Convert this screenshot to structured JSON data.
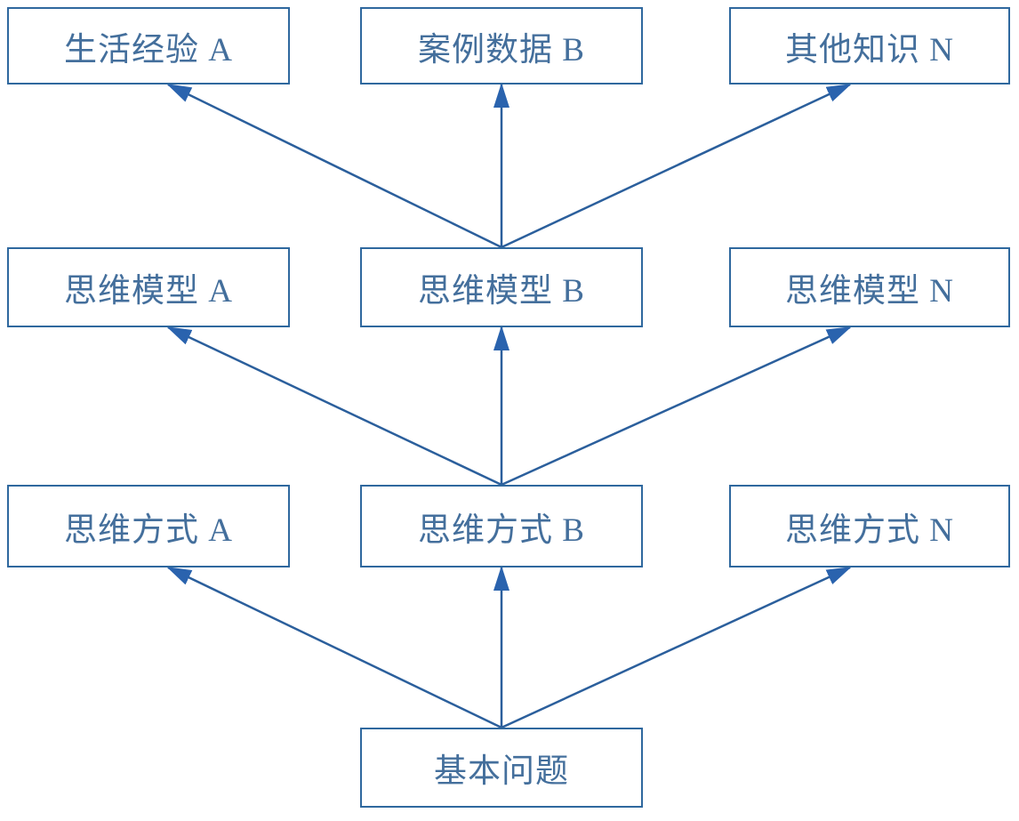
{
  "diagram": {
    "colors": {
      "background": "#ffffff",
      "box_border": "#2f689e",
      "text": "#446f9c",
      "arrow_line": "#2b5f9c",
      "arrowhead": "#2a63ae"
    },
    "nodes": [
      {
        "id": "experience-a",
        "label": "生活经验 A"
      },
      {
        "id": "case-data-b",
        "label": "案例数据 B"
      },
      {
        "id": "other-knowledge-n",
        "label": "其他知识 N"
      },
      {
        "id": "model-a",
        "label": "思维模型 A"
      },
      {
        "id": "model-b",
        "label": "思维模型 B"
      },
      {
        "id": "model-n",
        "label": "思维模型 N"
      },
      {
        "id": "way-a",
        "label": "思维方式 A"
      },
      {
        "id": "way-b",
        "label": "思维方式 B"
      },
      {
        "id": "way-n",
        "label": "思维方式 N"
      },
      {
        "id": "basic-question",
        "label": "基本问题"
      }
    ],
    "edges": [
      {
        "from": "basic-question",
        "to": "way-a"
      },
      {
        "from": "basic-question",
        "to": "way-b"
      },
      {
        "from": "basic-question",
        "to": "way-n"
      },
      {
        "from": "way-b",
        "to": "model-a"
      },
      {
        "from": "way-b",
        "to": "model-b"
      },
      {
        "from": "way-b",
        "to": "model-n"
      },
      {
        "from": "model-b",
        "to": "experience-a"
      },
      {
        "from": "model-b",
        "to": "case-data-b"
      },
      {
        "from": "model-b",
        "to": "other-knowledge-n"
      }
    ]
  }
}
